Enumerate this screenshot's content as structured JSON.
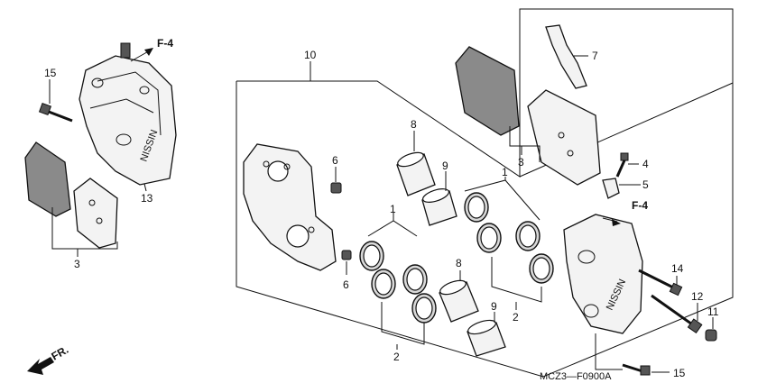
{
  "diagram": {
    "reference_code": "MCZ3—F0900A",
    "direction_label": "FR.",
    "section_ref_left": "F-4",
    "section_ref_right": "F-4",
    "callouts": {
      "c1a": "1",
      "c1b": "1",
      "c2a": "2",
      "c2b": "2",
      "c3a": "3",
      "c3b": "3",
      "c4": "4",
      "c5": "5",
      "c6a": "6",
      "c6b": "6",
      "c7": "7",
      "c8a": "8",
      "c8b": "8",
      "c9a": "9",
      "c9b": "9",
      "c10": "10",
      "c11": "11",
      "c12": "12",
      "c13": "13",
      "c14": "14",
      "c15a": "15",
      "c15b": "15"
    },
    "caliper_brand_text": "NISSIN"
  },
  "colors": {
    "line": "#111111",
    "part_fill": "#f3f3f3",
    "ring_fill": "#d8d8d8",
    "pad_fill": "#8a8a8a"
  }
}
